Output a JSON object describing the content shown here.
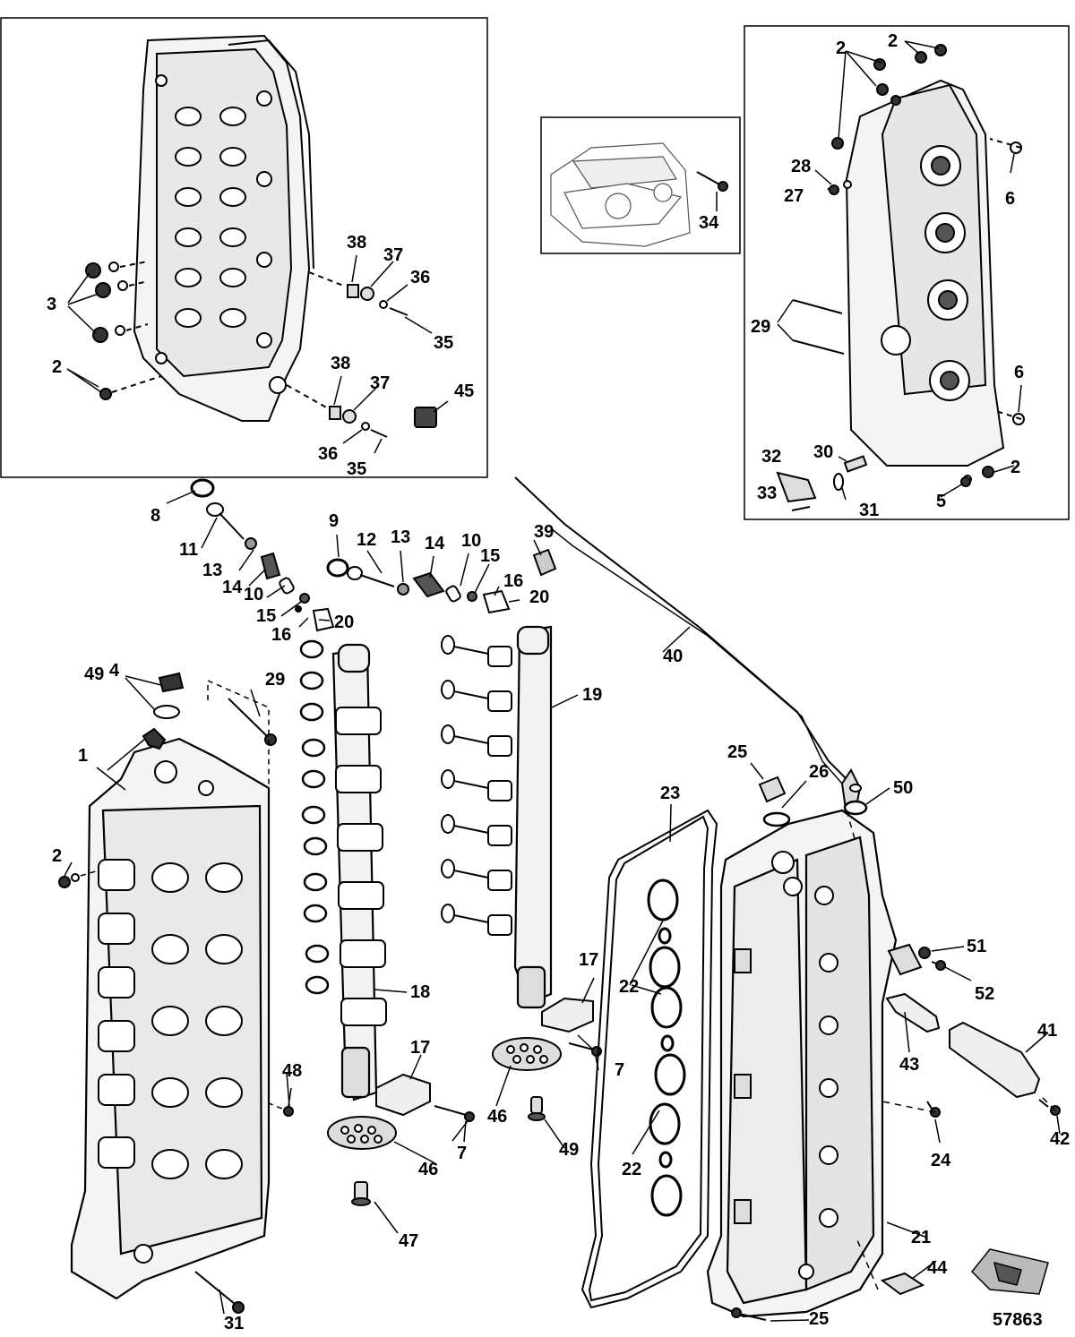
{
  "figure_number": "57863",
  "callouts": {
    "c1": "1",
    "c2a": "2",
    "c2b": "2",
    "c2c": "2",
    "c2d": "2",
    "c2e": "2",
    "c3": "3",
    "c4": "4",
    "c5": "5",
    "c6a": "6",
    "c6b": "6",
    "c7a": "7",
    "c7b": "7",
    "c8": "8",
    "c9": "9",
    "c10a": "10",
    "c10b": "10",
    "c11": "11",
    "c12": "12",
    "c13a": "13",
    "c13b": "13",
    "c14a": "14",
    "c14b": "14",
    "c15a": "15",
    "c15b": "15",
    "c16a": "16",
    "c16b": "16",
    "c17a": "17",
    "c17b": "17",
    "c18": "18",
    "c19": "19",
    "c20a": "20",
    "c20b": "20",
    "c21": "21",
    "c22a": "22",
    "c22b": "22",
    "c23": "23",
    "c24": "24",
    "c25a": "25",
    "c25b": "25",
    "c26": "26",
    "c27": "27",
    "c28": "28",
    "c29a": "29",
    "c29b": "29",
    "c30": "30",
    "c31a": "31",
    "c31b": "31",
    "c32": "32",
    "c33": "33",
    "c34": "34",
    "c35a": "35",
    "c35b": "35",
    "c36a": "36",
    "c36b": "36",
    "c37a": "37",
    "c37b": "37",
    "c38a": "38",
    "c38b": "38",
    "c39": "39",
    "c40": "40",
    "c41": "41",
    "c42": "42",
    "c43": "43",
    "c44": "44",
    "c45": "45",
    "c46a": "46",
    "c46b": "46",
    "c47": "47",
    "c48": "48",
    "c49a": "49",
    "c49b": "49",
    "c50": "50",
    "c51": "51",
    "c52": "52"
  },
  "colors": {
    "line": "#000000",
    "background": "#ffffff",
    "part_fill": "#f2f2f2",
    "shade": "#bdbdbd"
  }
}
